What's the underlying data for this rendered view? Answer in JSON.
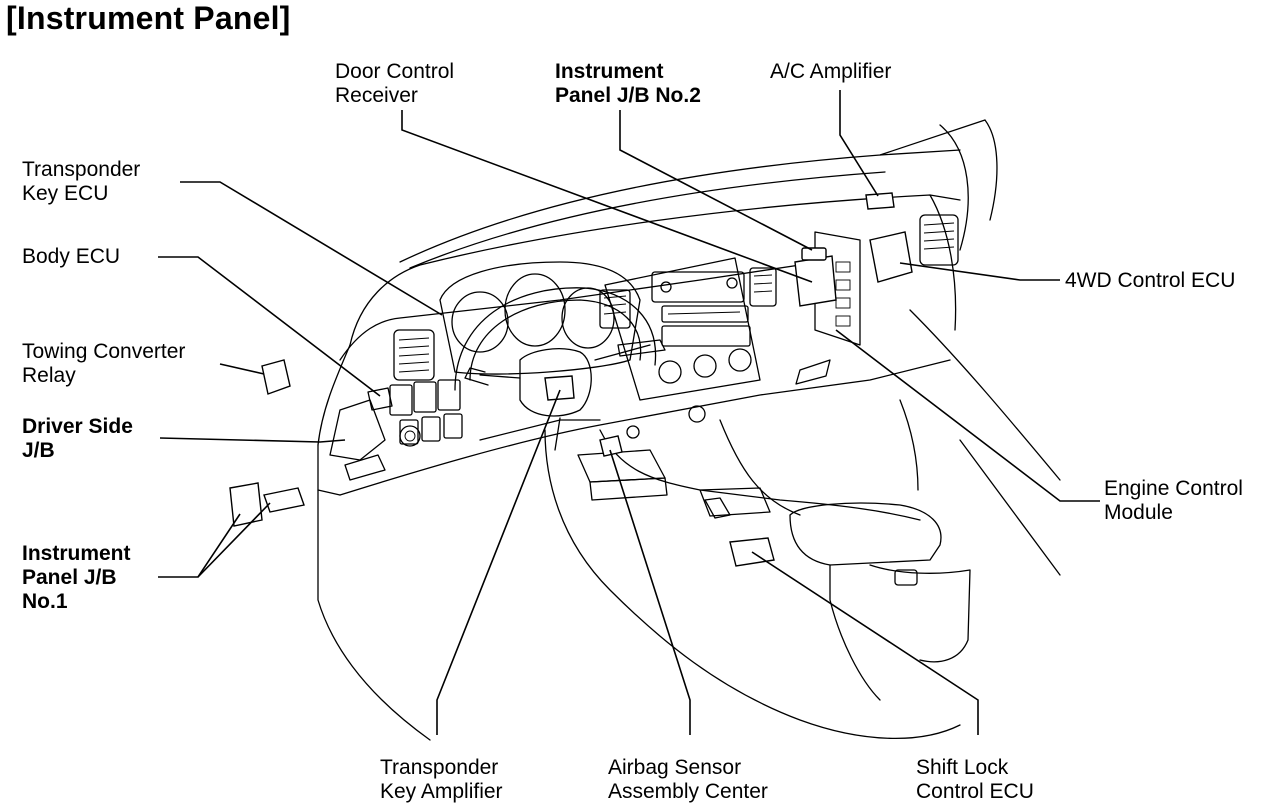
{
  "title": "[Instrument Panel]",
  "labels": {
    "door_control_receiver": [
      "Door Control",
      "Receiver"
    ],
    "instrument_panel_jb_no2": [
      "Instrument",
      "Panel J/B No.2"
    ],
    "ac_amplifier": [
      "A/C Amplifier"
    ],
    "transponder_key_ecu": [
      "Transponder",
      "Key ECU"
    ],
    "body_ecu": [
      "Body ECU"
    ],
    "towing_converter_relay": [
      "Towing Converter",
      "Relay"
    ],
    "driver_side_jb": [
      "Driver Side",
      "J/B"
    ],
    "instrument_panel_jb_no1": [
      "Instrument",
      "Panel J/B",
      "No.1"
    ],
    "fourwd_control_ecu": [
      "4WD Control ECU"
    ],
    "engine_control_module": [
      "Engine Control",
      "Module"
    ],
    "transponder_key_amplifier": [
      "Transponder",
      "Key Amplifier"
    ],
    "airbag_sensor_assembly_center": [
      "Airbag Sensor",
      "Assembly Center"
    ],
    "shift_lock_control_ecu": [
      "Shift Lock",
      "Control ECU"
    ]
  },
  "colors": {
    "ink": "#000000",
    "background": "#ffffff"
  }
}
